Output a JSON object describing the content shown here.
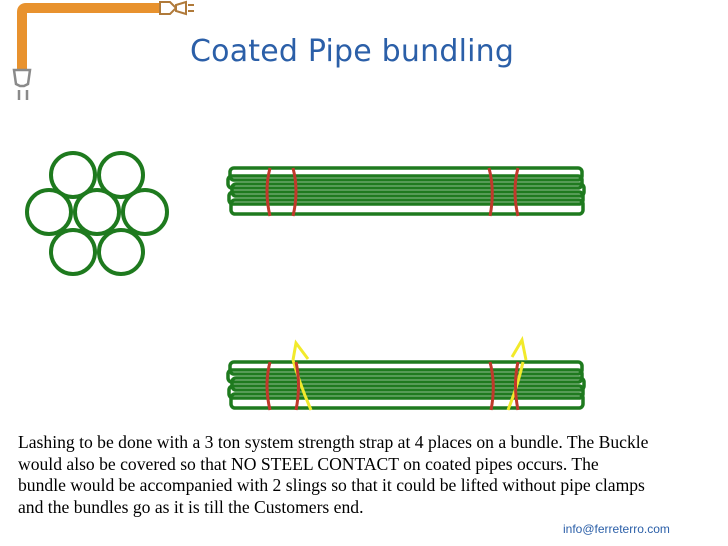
{
  "slide": {
    "title": "Coated Pipe bundling",
    "description_lines": [
      "Lashing to be done with a 3 ton system strength strap at 4 places on a bundle. The Buckle",
      "would also be covered so that NO STEEL CONTACT on coated pipes occurs. The",
      "bundle would be accompanied with 2 slings so that it could be lifted without pipe clamps",
      "and the bundles go as it is till the Customers end."
    ],
    "footer_email": "info@ferreterro.com"
  },
  "logo": {
    "icon": "bent-pipe-with-hook-icon",
    "color": "#e8922e"
  },
  "diagram": {
    "pipe_color": "#1e7a1e",
    "strap_color": "#c0392b",
    "sling_color": "#f2ea2b",
    "cross_section": {
      "pipe_count": 7
    },
    "top_bundle": {
      "strap_count": 4
    },
    "bottom_bundle": {
      "strap_count": 4,
      "sling_count": 2
    }
  }
}
